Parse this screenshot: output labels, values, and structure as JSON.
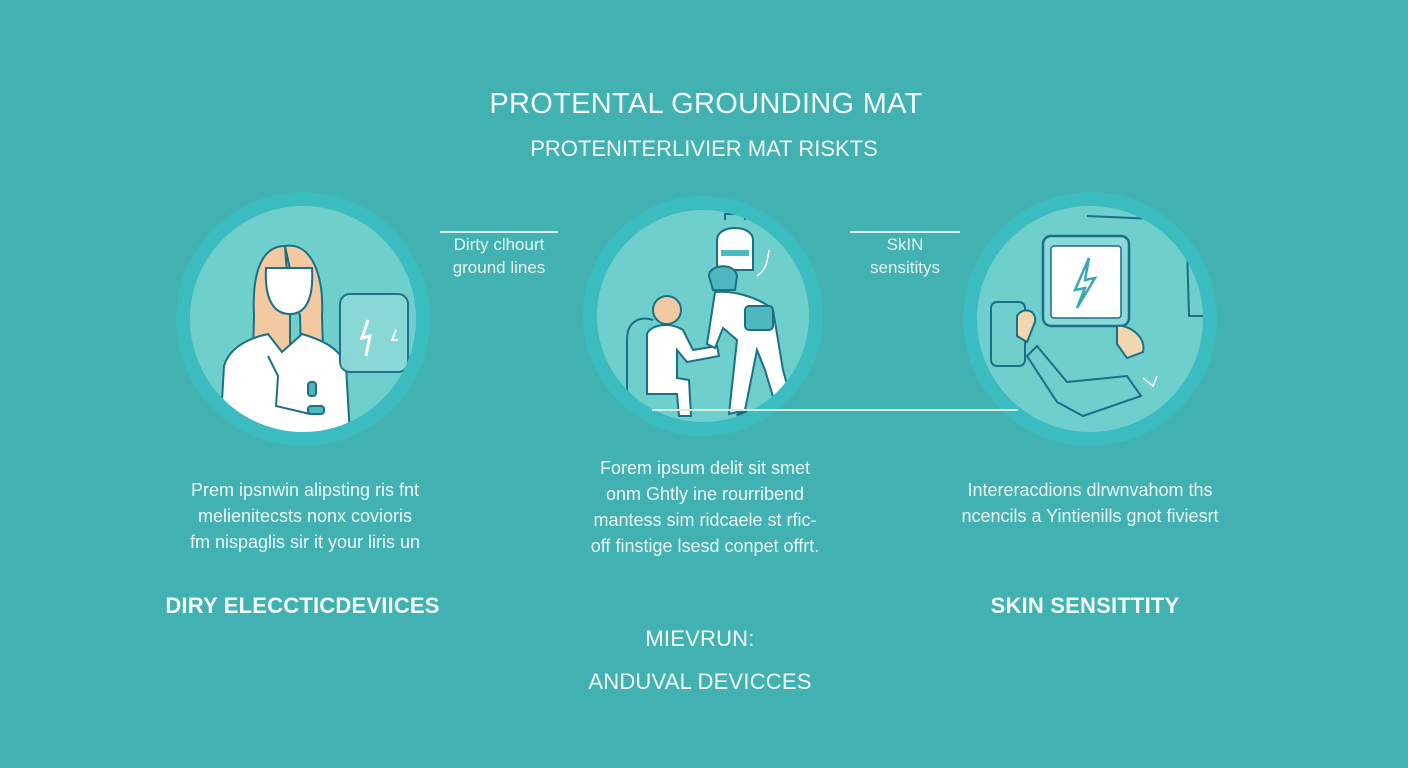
{
  "header": {
    "title": "PROTENTAL GROUNDING  MAT",
    "subtitle": "PROTENITERLIVIER MAT RISKTS"
  },
  "colors": {
    "background": "#42b1b1",
    "circle_ring": "#3bbcc1",
    "circle_fill": "#6fcfcc",
    "outline": "#1b6f86",
    "skin": "#f2cfa8",
    "text": "#eefaf8"
  },
  "panels": [
    {
      "illustration": "doctor-with-electrical-device",
      "callout": "",
      "description": [
        "Prem ipsnwin alipsting ris fnt",
        "melienitecsts nonx covioris",
        "fm nispaglis sir it your liris un"
      ],
      "label": "DIRY ELECCTICDEVIICES"
    },
    {
      "illustration": "caregiver-assisting-patient",
      "callout": "Dirty clhourt\nground lines",
      "callout_lines": [
        "Dirty clhourt",
        "ground lines"
      ],
      "description": [
        "Forem ipsum delit sit smet",
        "onm Ghtly ine rourribend",
        "mantess sim ridcaele st rfic-",
        "off finstige lsesd conpet offrt."
      ],
      "label_prefix": "MIEVRUN:",
      "label": "ANDUVAL DEVICCES"
    },
    {
      "illustration": "hand-touching-electrical-panel",
      "callout_lines": [
        "SkIN",
        "sensititys"
      ],
      "description": [
        "Intereracdions dlrwnvahom ths",
        "ncencils a Yintienills gnot fiviesrt"
      ],
      "label": "SKIN SENSITTITY"
    }
  ]
}
